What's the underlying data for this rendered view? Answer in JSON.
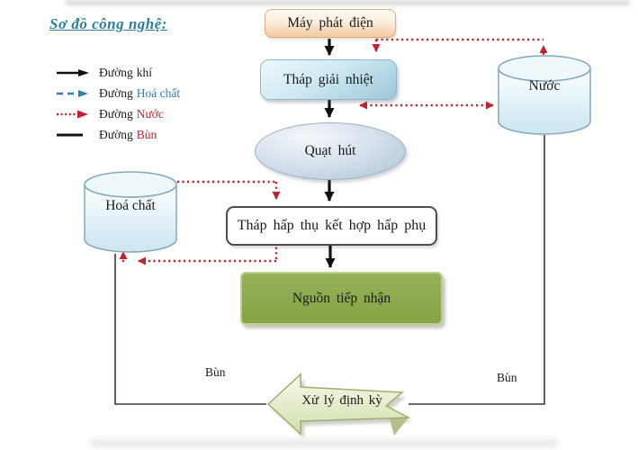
{
  "title": "Sơ đồ công nghệ:",
  "legend": {
    "items": [
      {
        "prefix": "Đường",
        "term": "khí",
        "term_color": "#1a1a1a",
        "line_style": "solid-black-arrow"
      },
      {
        "prefix": "Đường",
        "term": "Hoá chất",
        "term_color": "#2f7db5",
        "line_style": "dashed-blue-arrow"
      },
      {
        "prefix": "Đường",
        "term": "Nước",
        "term_color": "#c5222f",
        "line_style": "dotted-red-arrow"
      },
      {
        "prefix": "Đường",
        "term": "Bùn",
        "term_color": "#c5222f",
        "line_style": "solid-black-line"
      }
    ]
  },
  "nodes": {
    "generator": "Máy phát điện",
    "cooling_tower": "Tháp giải nhiệt",
    "suction_fan": "Quạt hút",
    "absorption_tower": "Tháp hấp thụ kết hợp hấp phụ",
    "receiving_source": "Nguồn tiếp nhận",
    "water_tank": "Nước",
    "chemical_tank": "Hoá chất",
    "periodic_treatment": "Xử lý định kỳ"
  },
  "labels": {
    "sludge_left": "Bùn",
    "sludge_right": "Bùn"
  },
  "colors": {
    "title": "#2a7f9e",
    "gas_line": "#111111",
    "chemical_line": "#2f7db5",
    "water_line": "#c5222f",
    "sludge_line": "#3a3a3a",
    "generator_fill": "#f2c89e",
    "cooling_tower_fill": "#9cc7da",
    "fan_fill": "#c3d3e1",
    "receiving_fill": "#8ca94c",
    "tank_fill": "#cfe7f1",
    "treatment_arrow_fill": "#dce6b6"
  }
}
